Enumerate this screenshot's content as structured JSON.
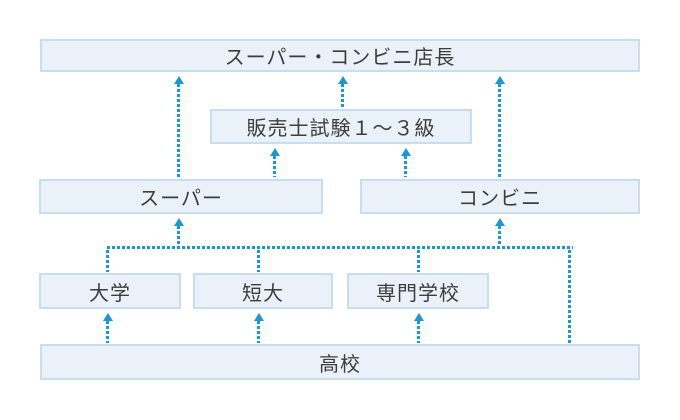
{
  "colors": {
    "arrow": "#1899d6",
    "node_fill": "#eaf1f9",
    "node_border": "#c6def0",
    "text": "#3d3d3d",
    "background": "#ffffff"
  },
  "diagram": {
    "type": "flowchart",
    "arrow_style": "dotted",
    "nodes": {
      "manager": {
        "label": "スーパー・コンビニ店長"
      },
      "exam": {
        "label": "販売士試験１～３級"
      },
      "supermarket": {
        "label": "スーパー"
      },
      "convenience": {
        "label": "コンビニ"
      },
      "university": {
        "label": "大学"
      },
      "junior_college": {
        "label": "短大"
      },
      "vocational_school": {
        "label": "専門学校"
      },
      "high_school": {
        "label": "高校"
      }
    },
    "edges": [
      {
        "from": "supermarket",
        "to": "manager"
      },
      {
        "from": "exam",
        "to": "manager"
      },
      {
        "from": "convenience",
        "to": "manager"
      },
      {
        "from": "supermarket",
        "to": "exam"
      },
      {
        "from": "convenience",
        "to": "exam"
      },
      {
        "from": "university",
        "to": "supermarket"
      },
      {
        "from": "university",
        "to": "convenience"
      },
      {
        "from": "junior_college",
        "to": "supermarket"
      },
      {
        "from": "junior_college",
        "to": "convenience"
      },
      {
        "from": "vocational_school",
        "to": "supermarket"
      },
      {
        "from": "vocational_school",
        "to": "convenience"
      },
      {
        "from": "high_school",
        "to": "university"
      },
      {
        "from": "high_school",
        "to": "junior_college"
      },
      {
        "from": "high_school",
        "to": "vocational_school"
      },
      {
        "from": "high_school",
        "to": "supermarket"
      },
      {
        "from": "high_school",
        "to": "convenience"
      }
    ]
  }
}
